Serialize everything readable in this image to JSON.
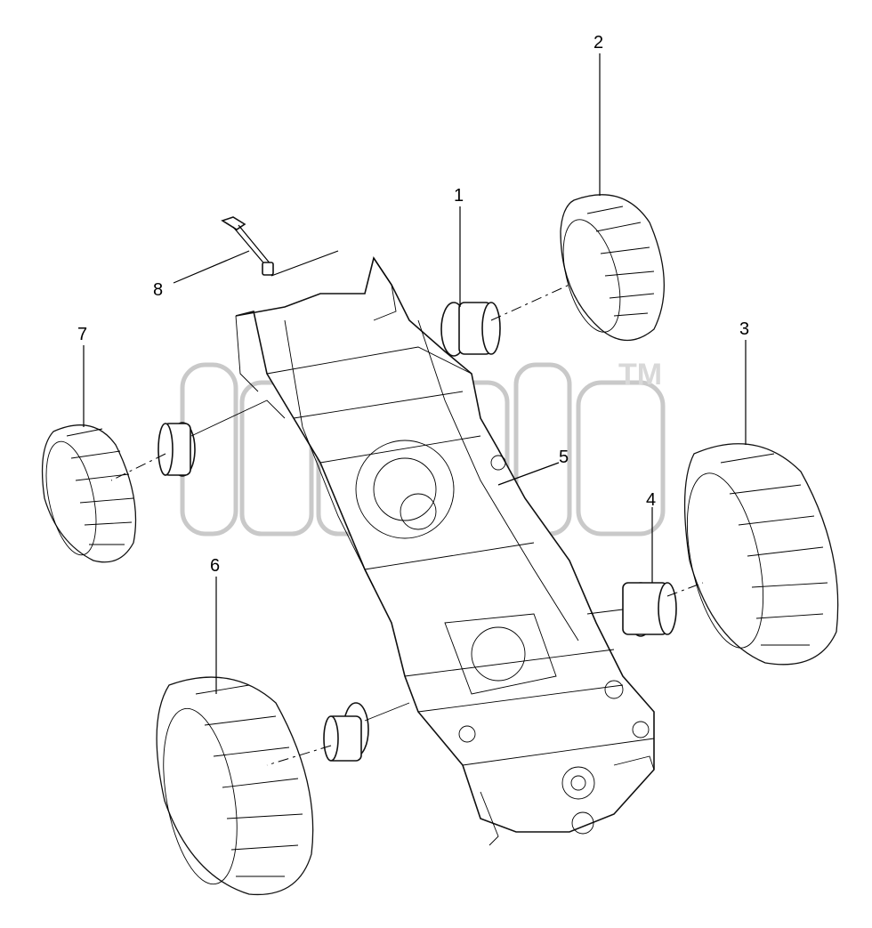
{
  "watermark": {
    "trademark": "TM"
  },
  "callouts": [
    {
      "id": "1",
      "label": "1"
    },
    {
      "id": "2",
      "label": "2"
    },
    {
      "id": "3",
      "label": "3"
    },
    {
      "id": "4",
      "label": "4"
    },
    {
      "id": "5",
      "label": "5"
    },
    {
      "id": "6",
      "label": "6"
    },
    {
      "id": "7",
      "label": "7"
    },
    {
      "id": "8",
      "label": "8"
    }
  ]
}
